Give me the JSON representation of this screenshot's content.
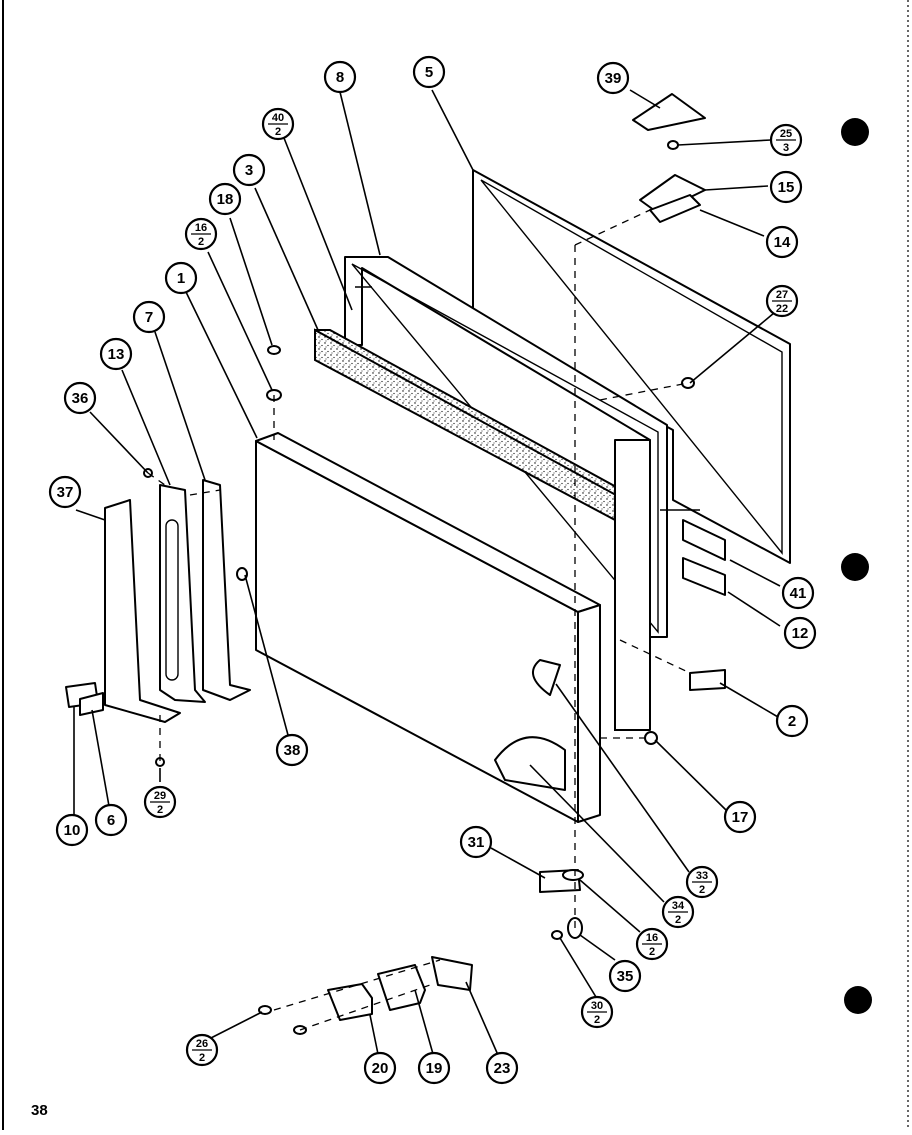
{
  "page": {
    "number": "38"
  },
  "callouts": [
    {
      "id": "c1",
      "label": "1"
    },
    {
      "id": "c2",
      "label": "2"
    },
    {
      "id": "c3",
      "label": "3"
    },
    {
      "id": "c5",
      "label": "5"
    },
    {
      "id": "c6",
      "label": "6"
    },
    {
      "id": "c7",
      "label": "7"
    },
    {
      "id": "c8",
      "label": "8"
    },
    {
      "id": "c10",
      "label": "10"
    },
    {
      "id": "c12",
      "label": "12"
    },
    {
      "id": "c13",
      "label": "13"
    },
    {
      "id": "c14",
      "label": "14"
    },
    {
      "id": "c15",
      "label": "15"
    },
    {
      "id": "c17",
      "label": "17"
    },
    {
      "id": "c18",
      "label": "18"
    },
    {
      "id": "c19",
      "label": "19"
    },
    {
      "id": "c20",
      "label": "20"
    },
    {
      "id": "c23",
      "label": "23"
    },
    {
      "id": "c31",
      "label": "31"
    },
    {
      "id": "c35",
      "label": "35"
    },
    {
      "id": "c36",
      "label": "36"
    },
    {
      "id": "c37",
      "label": "37"
    },
    {
      "id": "c38",
      "label": "38"
    },
    {
      "id": "c39",
      "label": "39"
    },
    {
      "id": "c41",
      "label": "41"
    }
  ],
  "fraction_callouts": [
    {
      "id": "f40_2",
      "top": "40",
      "bottom": "2"
    },
    {
      "id": "f16_2_upper",
      "top": "16",
      "bottom": "2"
    },
    {
      "id": "f25_3",
      "top": "25",
      "bottom": "3"
    },
    {
      "id": "f27_22",
      "top": "27",
      "bottom": "22"
    },
    {
      "id": "f29_2",
      "top": "29",
      "bottom": "2"
    },
    {
      "id": "f33_2",
      "top": "33",
      "bottom": "2"
    },
    {
      "id": "f34_2",
      "top": "34",
      "bottom": "2"
    },
    {
      "id": "f16_2_lower",
      "top": "16",
      "bottom": "2"
    },
    {
      "id": "f30_2",
      "top": "30",
      "bottom": "2"
    },
    {
      "id": "f26_2",
      "top": "26",
      "bottom": "2"
    }
  ]
}
